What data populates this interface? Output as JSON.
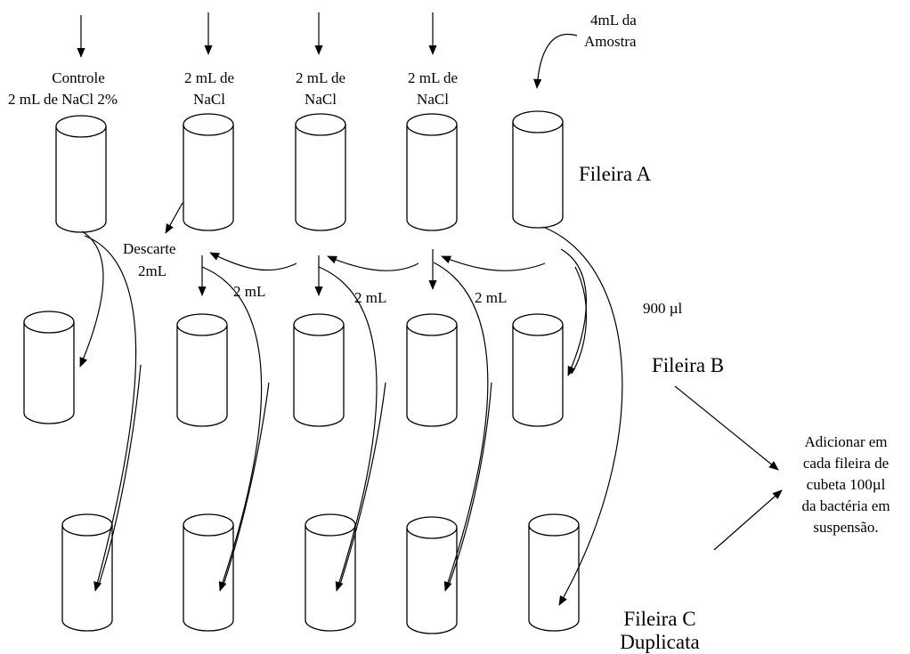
{
  "top_labels": {
    "controle": "Controle",
    "controle_nacl": "2 mL de NaCl  2%",
    "col2_line1": "2 mL de",
    "col2_line2": "NaCl",
    "col3_line1": "2 mL de",
    "col3_line2": "NaCl",
    "col4_line1": "2 mL de",
    "col4_line2": "NaCl",
    "amostra_line1": "4mL da",
    "amostra_line2": "Amostra"
  },
  "transfer_labels": {
    "descarte_line1": "Descarte",
    "descarte_line2": "2mL",
    "t1": "2 mL",
    "t2": "2 mL",
    "t3": "2 mL",
    "volume_900": "900 µl"
  },
  "row_labels": {
    "fileira_a": "Fileira A",
    "fileira_b": "Fileira B",
    "fileira_c_line1": "Fileira C",
    "fileira_c_line2": "Duplicata"
  },
  "note": {
    "line1": "Adicionar em",
    "line2": "cada fileira de",
    "line3": "cubeta 100µl",
    "line4": "da bactéria em",
    "line5": "suspensão."
  }
}
